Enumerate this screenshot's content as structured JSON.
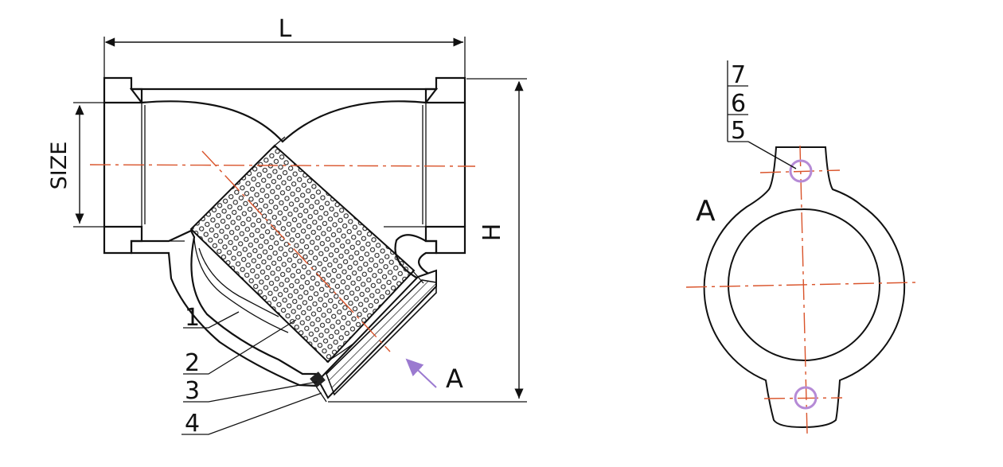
{
  "labels": {
    "length": "L",
    "height": "H",
    "size": "SIZE",
    "view_arrow": "A",
    "view_title": "A"
  },
  "parts": [
    "1",
    "2",
    "3",
    "4",
    "5",
    "6",
    "7"
  ],
  "colors": {
    "outline": "#111111",
    "centerline": "#d9532a",
    "bolt_hole": "#b58ad6",
    "view_label": "#7a5aa6"
  }
}
